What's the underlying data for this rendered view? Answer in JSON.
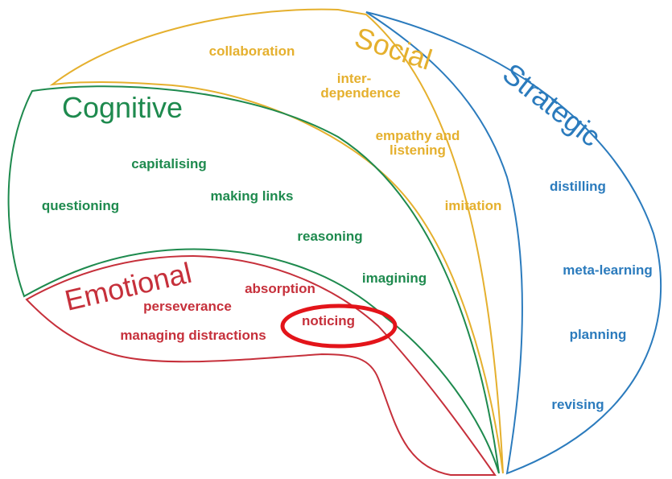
{
  "colors": {
    "social": "#e5b02e",
    "cognitive": "#1e8a4e",
    "strategic": "#2b7bbd",
    "emotional": "#c6303b",
    "highlight": "#e3141a"
  },
  "social": {
    "title": "Social",
    "items": [
      "collaboration",
      "inter-",
      "dependence",
      "empathy and",
      "listening",
      "imitation"
    ]
  },
  "cognitive": {
    "title": "Cognitive",
    "items": [
      "capitalising",
      "questioning",
      "making links",
      "reasoning",
      "imagining"
    ]
  },
  "strategic": {
    "title": "Strategic",
    "items": [
      "distilling",
      "meta-learning",
      "planning",
      "revising"
    ]
  },
  "emotional": {
    "title": "Emotional",
    "items": [
      "absorption",
      "perseverance",
      "noticing",
      "managing distractions"
    ]
  },
  "highlighted_item": "noticing"
}
